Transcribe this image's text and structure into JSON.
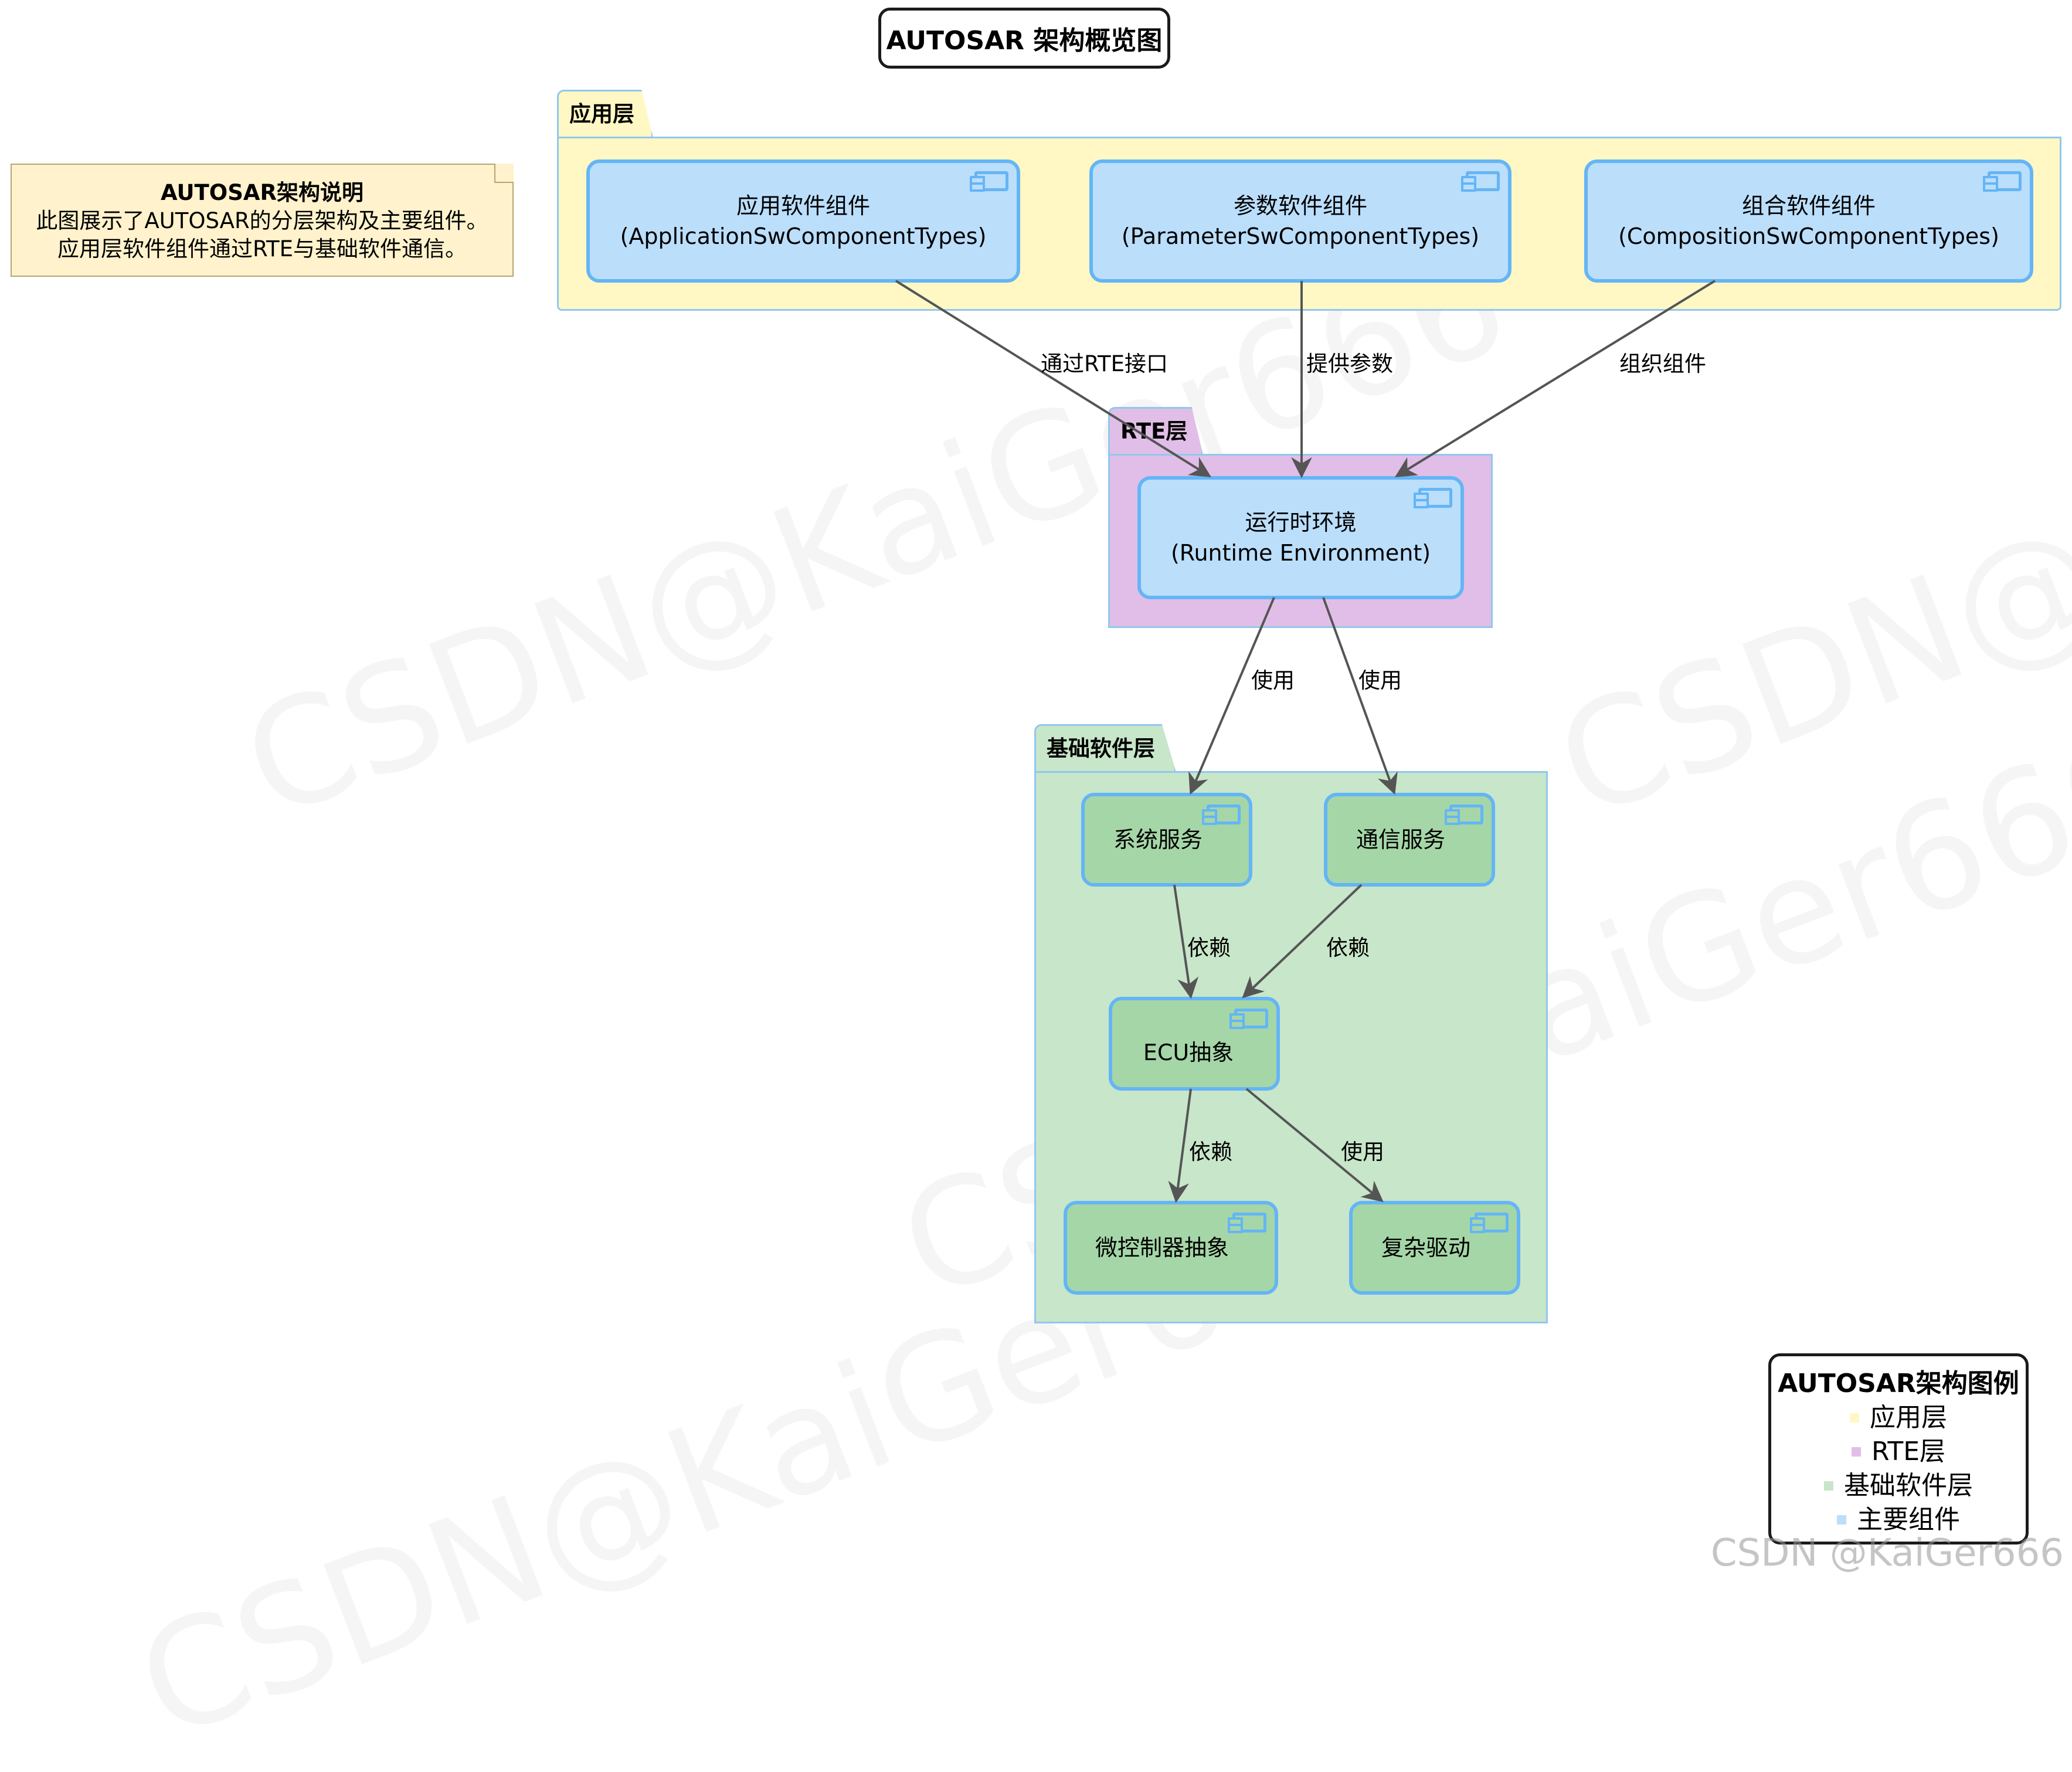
{
  "title": "AUTOSAR 架构概览图",
  "note": {
    "title": "AUTOSAR架构说明",
    "line1": "此图展示了AUTOSAR的分层架构及主要组件。",
    "line2": "应用层软件组件通过RTE与基础软件通信。"
  },
  "packages": {
    "app": "应用层",
    "rte": "RTE层",
    "bsw": "基础软件层"
  },
  "components": {
    "asw": {
      "line1": "应用软件组件",
      "line2": "(ApplicationSwComponentTypes)"
    },
    "psw": {
      "line1": "参数软件组件",
      "line2": "(ParameterSwComponentTypes)"
    },
    "csw": {
      "line1": "组合软件组件",
      "line2": "(CompositionSwComponentTypes)"
    },
    "rte": {
      "line1": "运行时环境",
      "line2": "(Runtime Environment)"
    },
    "sys": "系统服务",
    "com": "通信服务",
    "ecu": "ECU抽象",
    "mcu": "微控制器抽象",
    "cdd": "复杂驱动"
  },
  "edges": {
    "asw_rte": "通过RTE接口",
    "psw_rte": "提供参数",
    "csw_rte": "组织组件",
    "rte_sys": "使用",
    "rte_com": "使用",
    "sys_ecu": "依赖",
    "com_ecu": "依赖",
    "ecu_mcu": "依赖",
    "ecu_cdd": "使用"
  },
  "legend": {
    "title": "AUTOSAR架构图例",
    "items": [
      {
        "label": "应用层",
        "color": "#fff8c4"
      },
      {
        "label": "RTE层",
        "color": "#e1bee7"
      },
      {
        "label": "基础软件层",
        "color": "#c8e6c9"
      },
      {
        "label": "主要组件",
        "color": "#bbdefb"
      }
    ]
  },
  "watermark": "CSDN@KaiGer666",
  "credit": "CSDN @KaiGer666",
  "colors": {
    "app_layer": "#fff8c4",
    "rte_layer": "#e1bee7",
    "bsw_layer": "#c8e6c9",
    "component_blue": "#bbdefb",
    "component_green": "#a5d6a7",
    "border": "#64b5f6",
    "arrow": "#555555"
  }
}
